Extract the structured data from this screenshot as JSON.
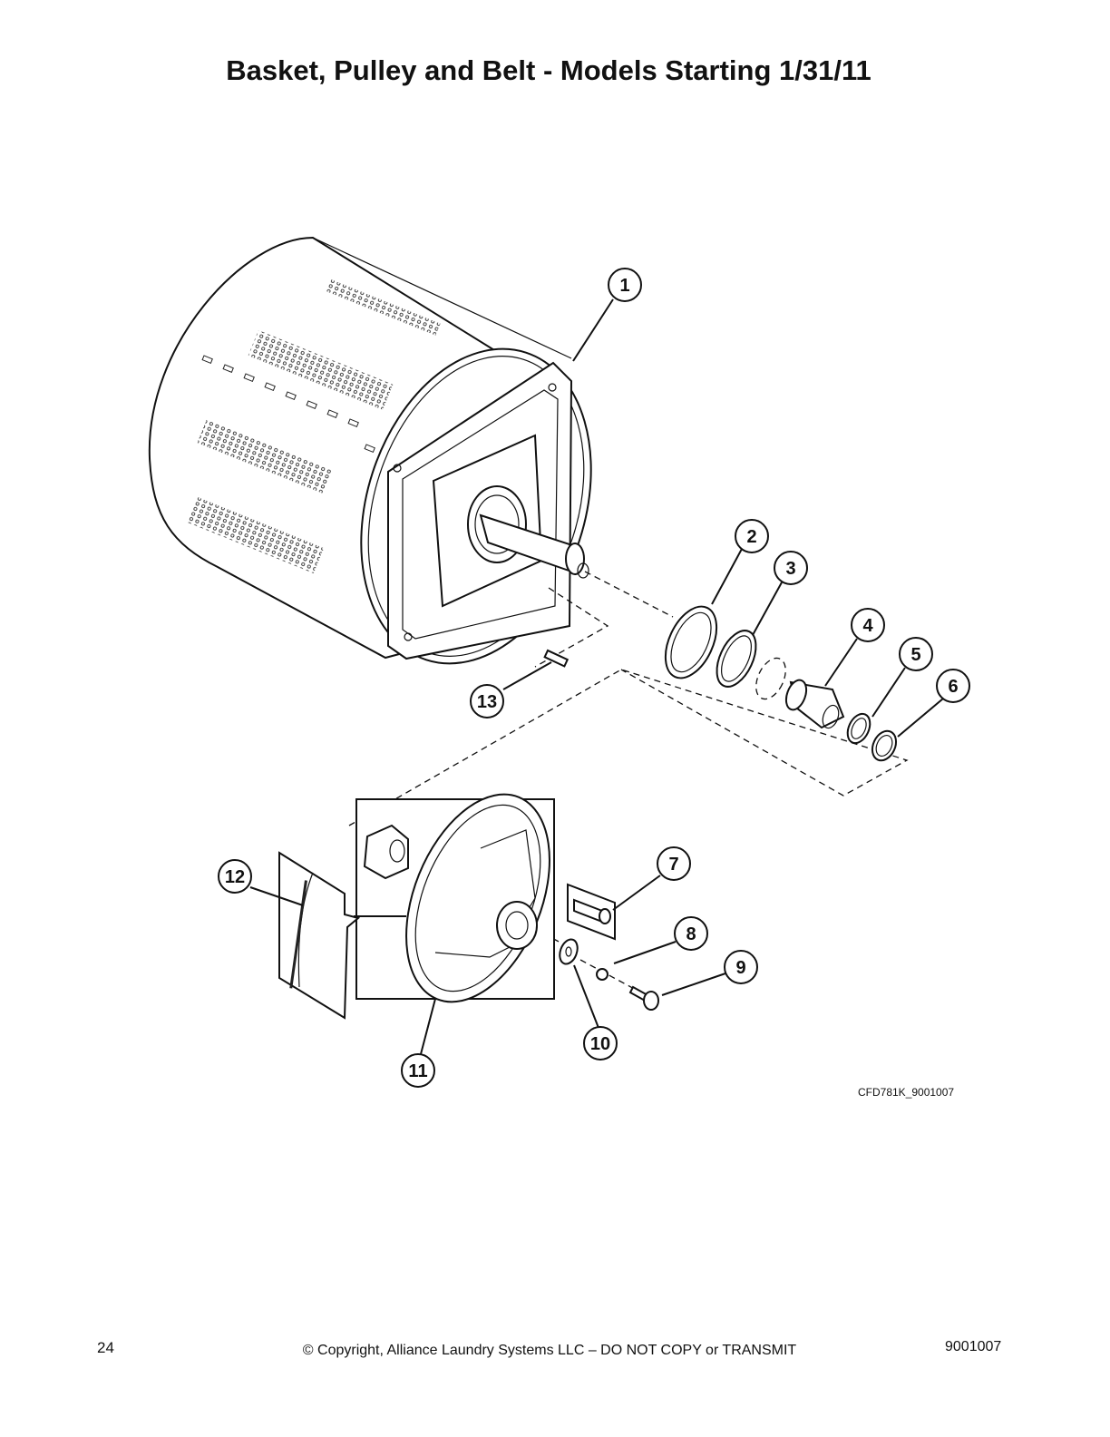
{
  "page": {
    "title": "Basket, Pulley and Belt - Models Starting 1/31/11",
    "figure_code": "CFD781K_9001007",
    "footer": {
      "page_number": "24",
      "copyright": "© Copyright, Alliance Laundry Systems LLC – DO NOT COPY or TRANSMIT",
      "document_number": "9001007"
    }
  },
  "callouts": [
    "1",
    "2",
    "3",
    "4",
    "5",
    "6",
    "7",
    "8",
    "9",
    "10",
    "11",
    "12",
    "13"
  ]
}
